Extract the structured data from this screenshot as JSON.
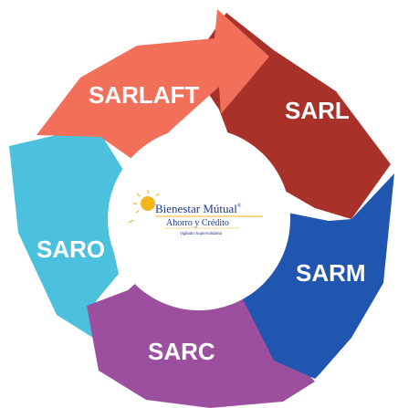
{
  "cycle": {
    "segments": [
      {
        "key": "sarlaft",
        "label": "SARLAFT",
        "color": "#f2705a"
      },
      {
        "key": "sarl",
        "label": "SARL",
        "color": "#a8322a"
      },
      {
        "key": "sarm",
        "label": "SARM",
        "color": "#2156b0"
      },
      {
        "key": "sarc",
        "label": "SARC",
        "color": "#9c4f9e"
      },
      {
        "key": "saro",
        "label": "SARO",
        "color": "#4cc1dd"
      }
    ]
  },
  "logo": {
    "name": "Bienestar Mútual",
    "registered_mark": "®",
    "tagline": "Ahorro y Crédito",
    "supervision": "Vigilado Supersolidaria",
    "sun_color": "#f2b51e",
    "text_color": "#1e3a8a"
  }
}
